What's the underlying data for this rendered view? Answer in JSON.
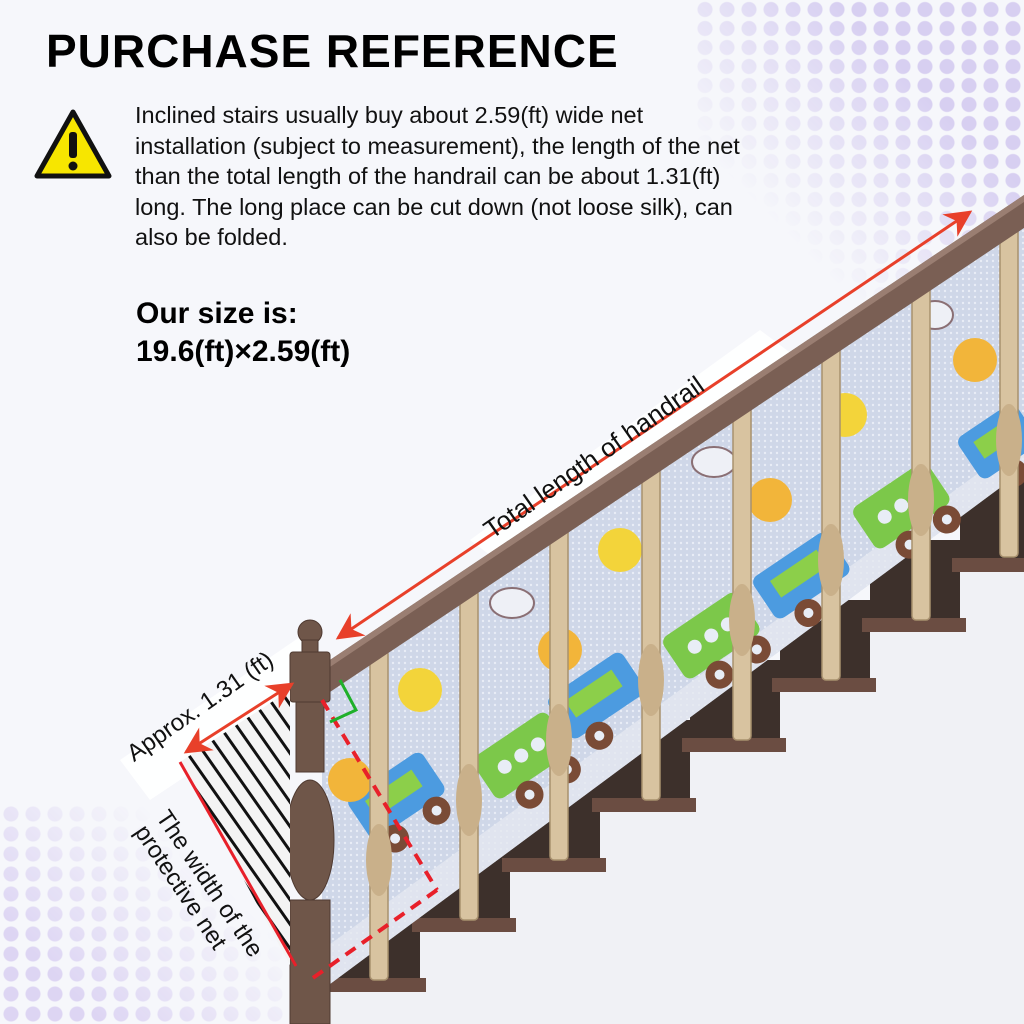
{
  "header": {
    "title": "PURCHASE REFERENCE"
  },
  "notice": {
    "icon": "warning-triangle-icon",
    "text": "Inclined stairs usually buy about 2.59(ft) wide net installation (subject to measurement), the length of the net than the total length of the handrail can be about 1.31(ft)  long. The long place can be cut down (not loose silk), can also be folded."
  },
  "size": {
    "label": "Our size is:",
    "value": "19.6(ft)×2.59(ft)"
  },
  "diagram": {
    "handrail_label": "Total length of handrail",
    "extra_label": "Approx. 1.31 (ft)",
    "width_label": "The width of the protective net"
  },
  "colors": {
    "arrow": "#e8402a",
    "dashed": "#e8202a",
    "right_angle": "#1fb02a",
    "rail": "#7a5f54",
    "baluster": "#d8c3a0",
    "net": "#c9d3e6",
    "dots": "#d7cff1",
    "warning": "#f7e600"
  }
}
